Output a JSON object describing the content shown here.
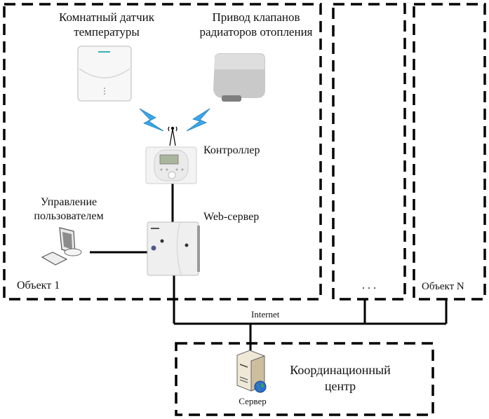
{
  "object1": {
    "label": "Объект 1",
    "sensor": {
      "label_line1": "Комнатный датчик",
      "label_line2": "температуры"
    },
    "actuator": {
      "label_line1": "Привод клапанов",
      "label_line2": "радиаторов отопления"
    },
    "controller": {
      "label": "Контроллер"
    },
    "webserver": {
      "label": "Web-сервер"
    },
    "user": {
      "label_line1": "Управление",
      "label_line2": "пользователем"
    }
  },
  "ellipsis_box": {
    "label": ". . ."
  },
  "objectN": {
    "label": "Объект N"
  },
  "network": {
    "label": "Internet"
  },
  "center": {
    "label_line1": "Координационный",
    "label_line2": "центр",
    "server_label": "Сервер"
  },
  "colors": {
    "wireless": "#3aa8e8",
    "line": "#000000"
  }
}
